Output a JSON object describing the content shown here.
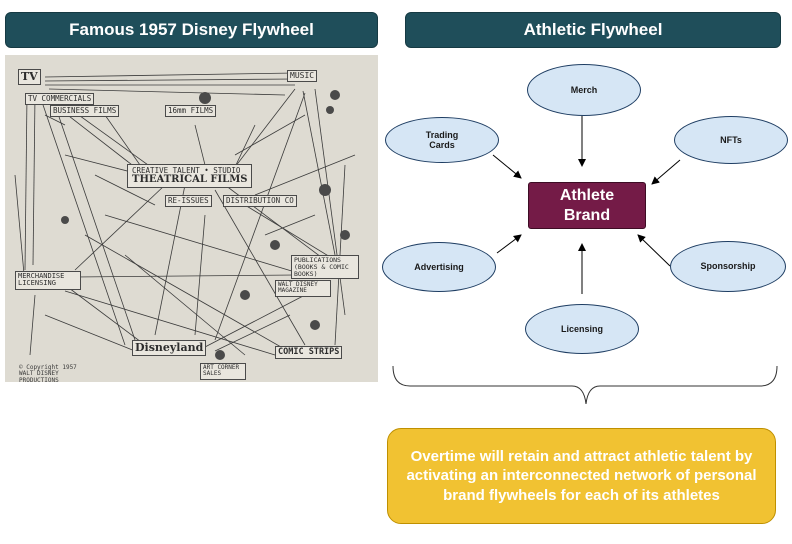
{
  "headers": {
    "left": "Famous 1957 Disney Flywheel",
    "right": "Athletic Flywheel"
  },
  "disney_sketch": {
    "nodes": {
      "tv": "TV",
      "tv_commercials": "TV COMMERCIALS",
      "music": "MUSIC",
      "business_films": "BUSINESS FILMS",
      "films_16mm": "16mm FILMS",
      "creative_talent": "CREATIVE TALENT • STUDIO",
      "theatrical_films": "THEATRICAL FILMS",
      "re_issues": "RE-ISSUES",
      "distribution": "DISTRIBUTION CO",
      "merchandise": "MERCHANDISE LICENSING",
      "publications": "PUBLICATIONS (BOOKS & COMIC BOOKS)",
      "magazine": "WALT DISNEY MAGAZINE",
      "disneyland": "Disneyland",
      "comic_strips": "COMIC STRIPS",
      "art_corner": "ART CORNER SALES",
      "copyright": "© Copyright 1957 WALT DISNEY PRODUCTIONS"
    }
  },
  "athletic_flywheel": {
    "center": "Athlete Brand",
    "satellites": {
      "merch": "Merch",
      "trading_cards": "Trading Cards",
      "nfts": "NFTs",
      "advertising": "Advertising",
      "sponsorship": "Sponsorship",
      "licensing": "Licensing"
    }
  },
  "callout": "Overtime will retain and attract athletic talent by activating an interconnected network of personal brand flywheels for each of its athletes"
}
